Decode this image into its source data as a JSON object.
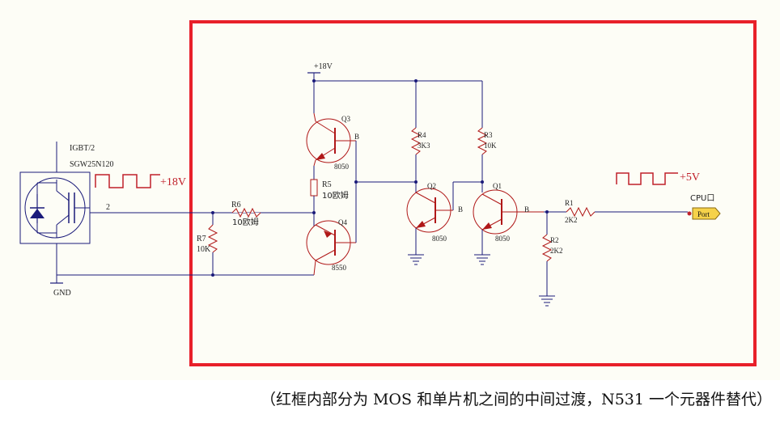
{
  "diagram": {
    "labels": {
      "igbt_name": "IGBT/2",
      "igbt_part": "SGW25N120",
      "pin2": "2",
      "gnd": "GND",
      "vcc18_signal": "+18V",
      "vcc18_rail": "+18V",
      "r6_name": "R6",
      "r6_value": "10欧姆",
      "r7_name": "R7",
      "r7_value": "10K",
      "r5_name": "R5",
      "r5_value": "10欧姆",
      "q3_name": "Q3",
      "q3_type": "8050",
      "q4_name": "Q4",
      "q4_type": "8550",
      "base_q3q4": "B",
      "r4_name": "R4",
      "r4_value": "3K3",
      "r3_name": "R3",
      "r3_value": "10K",
      "q2_name": "Q2",
      "q2_type": "8050",
      "q1_name": "Q1",
      "q1_type": "8050",
      "base_q2": "B",
      "base_q1": "B",
      "r1_name": "R1",
      "r1_value": "2K2",
      "r2_name": "R2",
      "r2_value": "2K2",
      "vcc5": "+5V",
      "cpu_label": "CPU口",
      "port": "Port"
    },
    "colors": {
      "wire": "#1a1a7a",
      "component": "#b01818",
      "frame": "#e8202a",
      "signal": "#c0202a",
      "port_fill": "#f6d24a"
    }
  },
  "caption": "（红框内部分为 MOS 和单片机之间的中间过渡，N531 一个元器件替代）"
}
